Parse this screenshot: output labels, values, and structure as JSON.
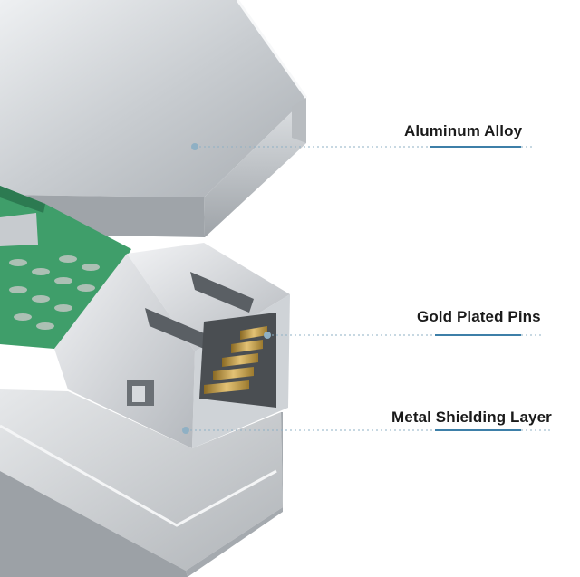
{
  "callouts": {
    "aluminum_alloy": "Aluminum Alloy",
    "gold_plated_pins": "Gold Plated Pins",
    "metal_shielding_layer": "Metal Shielding Layer"
  },
  "colors": {
    "leader_line": "#8fb0c4",
    "accent_underline": "#3d7fa8",
    "pcb_green": "#3f9e6a",
    "gold_pin": "#c9a24a"
  }
}
